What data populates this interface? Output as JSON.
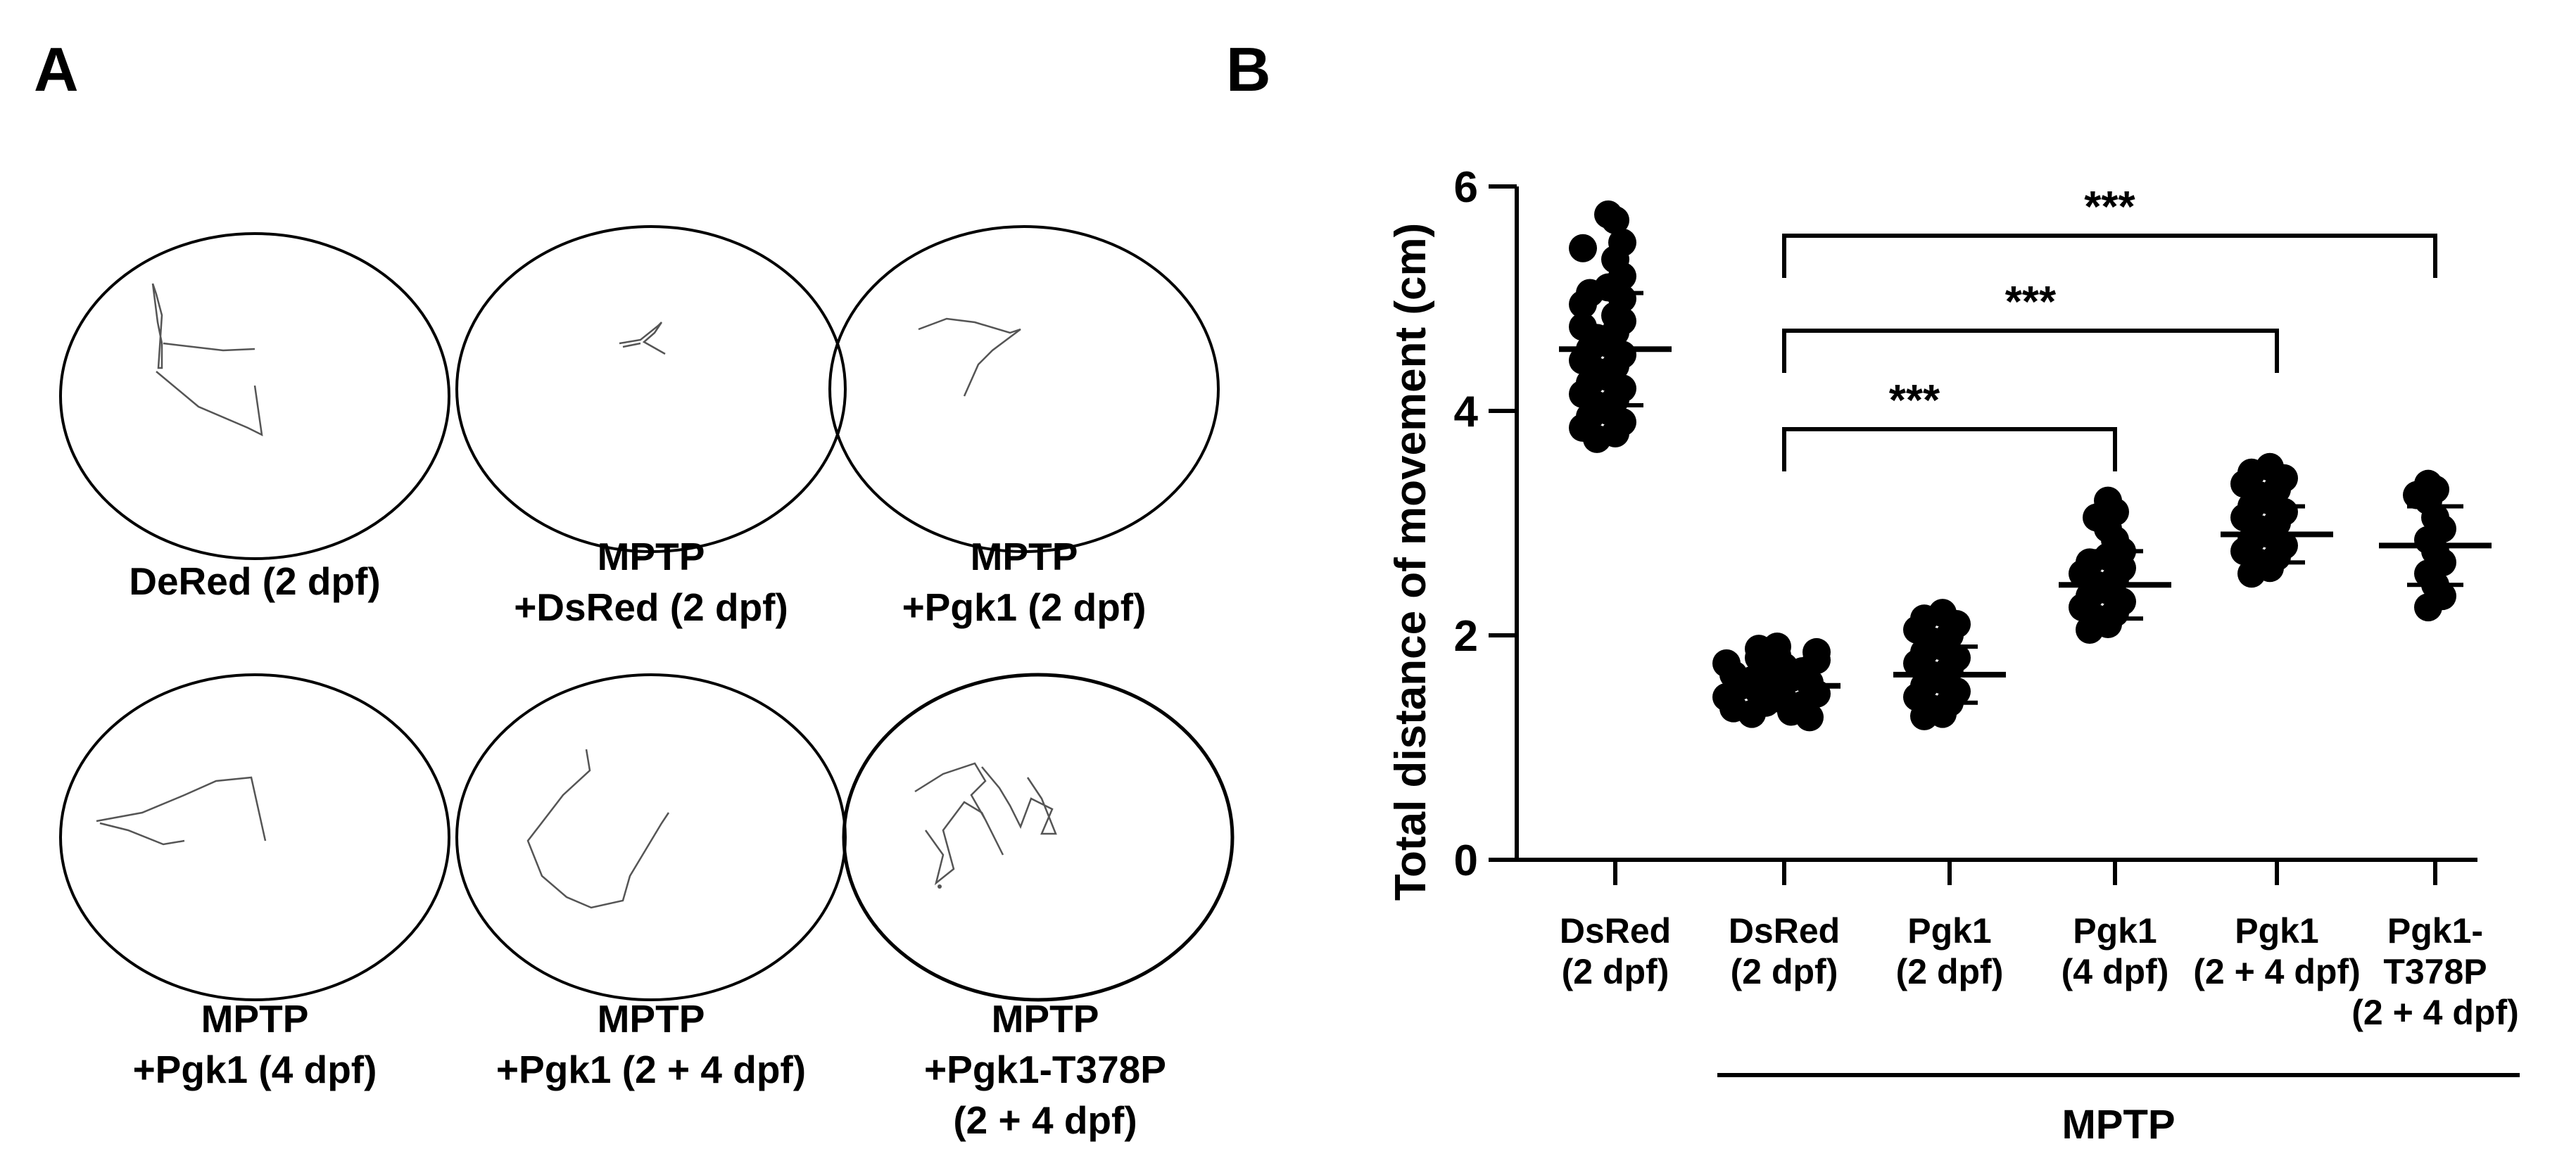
{
  "panel_a": {
    "label": "A",
    "tracks": [
      {
        "caption": "DeRed (2 dpf)"
      },
      {
        "caption": "MPTP\n+DsRed (2 dpf)"
      },
      {
        "caption": "MPTP\n+Pgk1 (2 dpf)"
      },
      {
        "caption": "MPTP\n+Pgk1 (4 dpf)"
      },
      {
        "caption": "MPTP\n+Pgk1 (2 + 4 dpf)"
      },
      {
        "caption": "MPTP\n+Pgk1-T378P\n(2 + 4 dpf)"
      }
    ]
  },
  "panel_b": {
    "label": "B",
    "mptp_label": "MPTP"
  },
  "colors": {
    "ink": "#000000",
    "track": "#555555",
    "background": "#ffffff"
  },
  "chart_data": {
    "type": "scatter",
    "ylabel": "Total distance of movement (cm)",
    "ylim": [
      0,
      6
    ],
    "yticks": [
      0,
      2,
      4,
      6
    ],
    "categories": [
      {
        "label": "DsRed\n(2 dpf)",
        "mean": 4.55,
        "sd": 0.5,
        "values": [
          5.75,
          5.7,
          5.5,
          5.45,
          5.35,
          5.2,
          5.1,
          5.05,
          5.0,
          4.95,
          4.85,
          4.8,
          4.75,
          4.7,
          4.65,
          4.6,
          4.55,
          4.5,
          4.45,
          4.4,
          4.35,
          4.3,
          4.25,
          4.2,
          4.15,
          4.1,
          4.05,
          4.0,
          3.95,
          3.9,
          3.85,
          3.8,
          3.75
        ]
      },
      {
        "label": "DsRed\n(2 dpf)",
        "mean": 1.55,
        "sd": 0.15,
        "values": [
          1.9,
          1.88,
          1.85,
          1.82,
          1.8,
          1.78,
          1.75,
          1.72,
          1.7,
          1.68,
          1.65,
          1.62,
          1.6,
          1.58,
          1.55,
          1.53,
          1.5,
          1.48,
          1.45,
          1.42,
          1.4,
          1.38,
          1.35,
          1.32,
          1.3,
          1.27
        ]
      },
      {
        "label": "Pgk1\n(2 dpf)",
        "mean": 1.65,
        "sd": 0.25,
        "values": [
          2.2,
          2.15,
          2.1,
          2.05,
          2.0,
          1.95,
          1.9,
          1.85,
          1.8,
          1.75,
          1.7,
          1.65,
          1.6,
          1.55,
          1.5,
          1.45,
          1.4,
          1.35,
          1.3,
          1.28
        ]
      },
      {
        "label": "Pgk1\n(4 dpf)",
        "mean": 2.45,
        "sd": 0.3,
        "values": [
          3.2,
          3.1,
          3.05,
          2.95,
          2.85,
          2.75,
          2.7,
          2.65,
          2.6,
          2.55,
          2.5,
          2.45,
          2.4,
          2.35,
          2.3,
          2.25,
          2.2,
          2.15,
          2.1,
          2.05
        ]
      },
      {
        "label": "Pgk1\n(2 + 4 dpf)",
        "mean": 2.9,
        "sd": 0.25,
        "values": [
          3.5,
          3.45,
          3.4,
          3.35,
          3.3,
          3.25,
          3.2,
          3.15,
          3.1,
          3.05,
          3.0,
          2.95,
          2.9,
          2.85,
          2.8,
          2.75,
          2.7,
          2.65,
          2.6,
          2.55
        ]
      },
      {
        "label": "Pgk1-\nT378P\n(2 + 4 dpf)",
        "mean": 2.8,
        "sd": 0.35,
        "values": [
          3.35,
          3.3,
          3.25,
          3.2,
          3.05,
          2.95,
          2.85,
          2.75,
          2.65,
          2.55,
          2.45,
          2.35,
          2.25
        ]
      }
    ],
    "significance": [
      {
        "from": 1,
        "to": 3,
        "label": "***"
      },
      {
        "from": 1,
        "to": 4,
        "label": "***"
      },
      {
        "from": 1,
        "to": 5,
        "label": "***"
      }
    ]
  }
}
